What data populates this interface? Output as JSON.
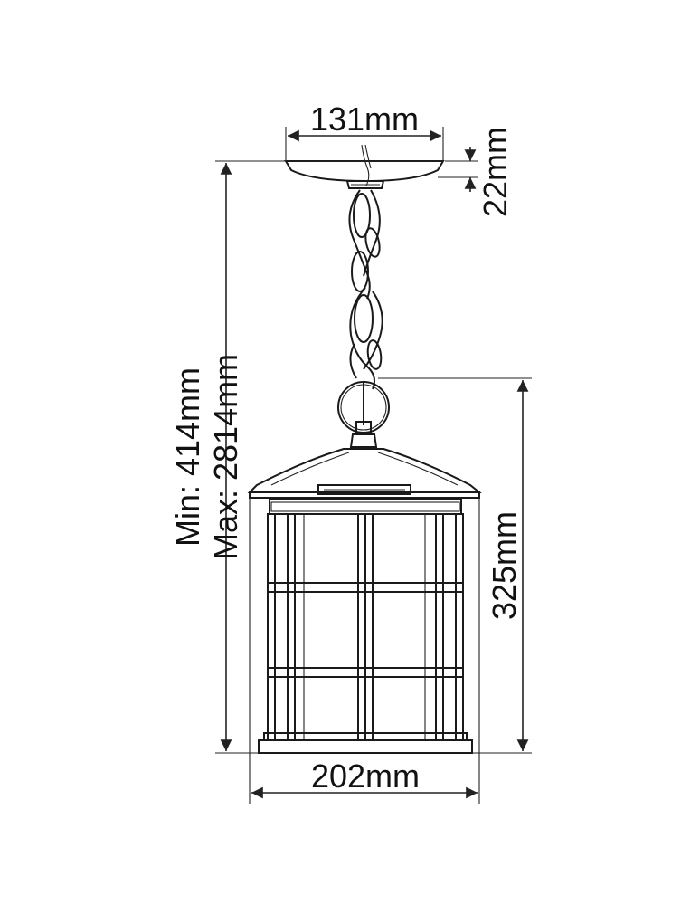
{
  "dimensions": {
    "canopy_width": "131mm",
    "canopy_height": "22mm",
    "lantern_height": "325mm",
    "lantern_width": "202mm",
    "overall_min": "Min: 414mm",
    "overall_max": "Max: 2814mm"
  },
  "colors": {
    "line": "#222222",
    "background": "#ffffff"
  }
}
